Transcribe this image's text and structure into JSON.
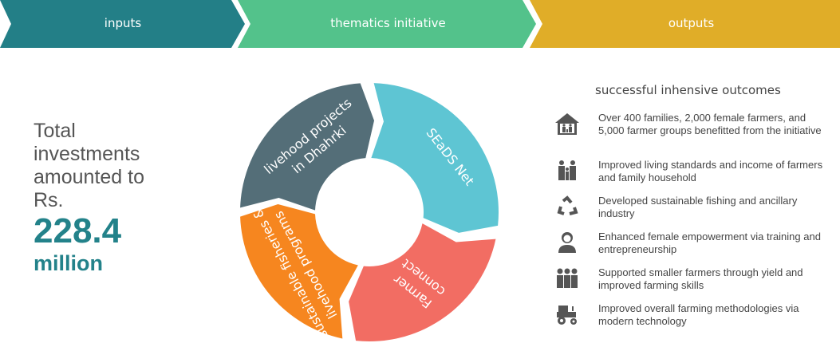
{
  "banner": {
    "steps": [
      {
        "label": "inputs",
        "color": "#237f87"
      },
      {
        "label": "thematics initiative",
        "color": "#53c28b"
      },
      {
        "label": "outputs",
        "color": "#e0ad28"
      }
    ]
  },
  "investment": {
    "line1": "Total",
    "line2": "investments",
    "line3": "amounted to",
    "line4": "Rs.",
    "amount": "228.4",
    "unit": "million"
  },
  "cycle": {
    "segments": [
      {
        "line1": "livehood projects",
        "line2": "in Dhahrki",
        "color": "#546e78"
      },
      {
        "line1": "SEaDS Net",
        "line2": "",
        "color": "#5ec5d3"
      },
      {
        "line1": "Farmer",
        "line2": "connect",
        "color": "#f26d63"
      },
      {
        "line1": "sustainable fisheries &",
        "line2": "livehood programs",
        "color": "#f6861f"
      }
    ]
  },
  "outcomes": {
    "title": "successful inhensive outcomes",
    "items": [
      {
        "icon": "house-family-icon",
        "text": "Over 400 families, 2,000 female farmers, and 5,000 farmer groups benefitted from the initiative"
      },
      {
        "icon": "family-icon",
        "text": "Improved living standards and income of farmers and family household"
      },
      {
        "icon": "recycle-icon",
        "text": "Developed sustainable fishing and ancillary industry"
      },
      {
        "icon": "woman-icon",
        "text": "Enhanced female empowerment via training and entrepreneurship"
      },
      {
        "icon": "group-icon",
        "text": "Supported smaller farmers through yield and improved farming skills"
      },
      {
        "icon": "tractor-icon",
        "text": "Improved overall farming methodologies via modern technology"
      }
    ]
  }
}
